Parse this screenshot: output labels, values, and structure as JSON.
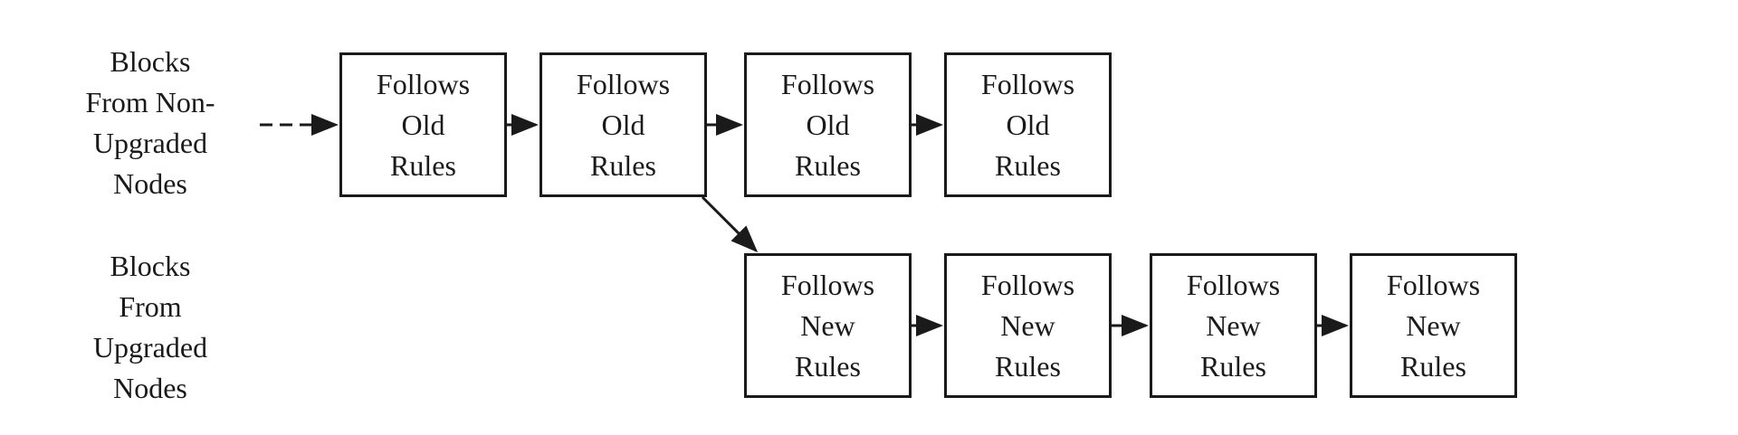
{
  "labels": {
    "non_upgraded": [
      "Blocks",
      "From Non-",
      "Upgraded",
      "Nodes"
    ],
    "upgraded": [
      "Blocks",
      "From",
      "Upgraded",
      "Nodes"
    ]
  },
  "old_chain": [
    {
      "line1": "Follows",
      "line2": "Old",
      "line3": "Rules"
    },
    {
      "line1": "Follows",
      "line2": "Old",
      "line3": "Rules"
    },
    {
      "line1": "Follows",
      "line2": "Old",
      "line3": "Rules"
    },
    {
      "line1": "Follows",
      "line2": "Old",
      "line3": "Rules"
    }
  ],
  "new_chain": [
    {
      "line1": "Follows",
      "line2": "New",
      "line3": "Rules"
    },
    {
      "line1": "Follows",
      "line2": "New",
      "line3": "Rules"
    },
    {
      "line1": "Follows",
      "line2": "New",
      "line3": "Rules"
    },
    {
      "line1": "Follows",
      "line2": "New",
      "line3": "Rules"
    }
  ],
  "colors": {
    "stroke": "#1a1a1a",
    "background": "#ffffff"
  }
}
